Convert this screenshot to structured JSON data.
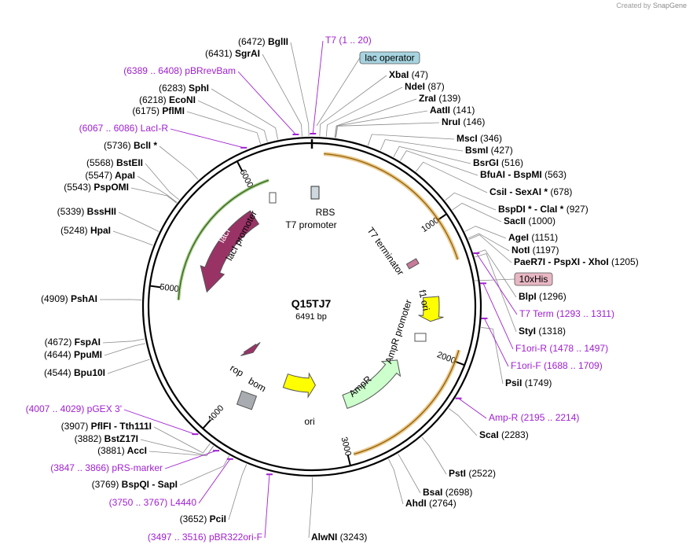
{
  "credit": {
    "prefix": "Created by",
    "brand": "SnapGene"
  },
  "plasmid": {
    "name": "Q15TJ7",
    "length_label": "6491 bp",
    "length": 6491
  },
  "ticks": [
    {
      "pos": 1000,
      "label": "1000"
    },
    {
      "pos": 2000,
      "label": "2000"
    },
    {
      "pos": 3000,
      "label": "3000"
    },
    {
      "pos": 4000,
      "label": "4000"
    },
    {
      "pos": 5000,
      "label": "5000"
    },
    {
      "pos": 6000,
      "label": "6000"
    }
  ],
  "features": [
    {
      "name": "lacI",
      "start": 5012,
      "end": 5900,
      "kind": "cds",
      "color": "#993366"
    },
    {
      "name": "rop",
      "start": 4185,
      "end": 4260,
      "kind": "cds",
      "color": "#993366"
    },
    {
      "name": "f1 ori",
      "start": 1540,
      "end": 1750,
      "kind": "ori",
      "color": "#ffff00"
    },
    {
      "name": "ori",
      "start": 3200,
      "end": 3600,
      "kind": "ori",
      "color": "#ffff00"
    },
    {
      "name": "AmpR",
      "start": 2200,
      "end": 2900,
      "kind": "cds",
      "color": "#ccffcc"
    },
    {
      "name": "lacI promoter",
      "start": 5910,
      "end": 5990,
      "kind": "promoter"
    },
    {
      "name": "AmpR promoter",
      "start": 2100,
      "end": 2160,
      "kind": "promoter"
    },
    {
      "name": "T7 promoter",
      "start": 6460,
      "end": 6480,
      "kind": "promoter"
    },
    {
      "name": "RBS",
      "start": 10,
      "end": 30,
      "kind": "rbs"
    },
    {
      "name": "T7 terminator",
      "start": 1300,
      "end": 1350,
      "kind": "terminator"
    },
    {
      "name": "bom",
      "start": 3950,
      "end": 4090,
      "kind": "misc"
    }
  ],
  "right_labels": [
    {
      "name": "XbaI",
      "loc": "(47)"
    },
    {
      "name": "NdeI",
      "loc": "(87)"
    },
    {
      "name": "ZraI",
      "loc": "(139)"
    },
    {
      "name": "AatII",
      "loc": "(141)"
    },
    {
      "name": "NruI",
      "loc": "(146)"
    },
    {
      "name": "MscI",
      "loc": "(346)"
    },
    {
      "name": "BsmI",
      "loc": "(427)"
    },
    {
      "name": "BsrGI",
      "loc": "(516)"
    },
    {
      "name": "BfuAI  -  BspMI",
      "loc": "(563)"
    },
    {
      "name": "CsiI  -  SexAI *",
      "loc": "(678)"
    },
    {
      "name": "BspDI *  -  ClaI *",
      "loc": "(927)"
    },
    {
      "name": "SacII",
      "loc": "(1000)"
    },
    {
      "name": "AgeI",
      "loc": "(1151)"
    },
    {
      "name": "NotI",
      "loc": "(1197)"
    },
    {
      "name": "PaeR7I  -  PspXI  -  XhoI",
      "loc": "(1205)"
    },
    {
      "name": "BlpI",
      "loc": "(1296)"
    },
    {
      "name": "StyI",
      "loc": "(1318)"
    },
    {
      "name": "PsiI",
      "loc": "(1749)"
    },
    {
      "name": "ScaI",
      "loc": "(2283)"
    },
    {
      "name": "PstI",
      "loc": "(2522)"
    },
    {
      "name": "BsaI",
      "loc": "(2698)"
    },
    {
      "name": "AhdI",
      "loc": "(2764)"
    },
    {
      "name": "AlwNI",
      "loc": "(3243)"
    }
  ],
  "right_primers": [
    {
      "name": "T7",
      "loc": "(1 .. 20)"
    },
    {
      "name": "T7 Term",
      "loc": "(1293 .. 1311)"
    },
    {
      "name": "F1ori-R",
      "loc": "(1478 .. 1497)"
    },
    {
      "name": "F1ori-F",
      "loc": "(1688 .. 1709)"
    },
    {
      "name": "Amp-R",
      "loc": "(2195 .. 2214)"
    }
  ],
  "left_labels": [
    {
      "name": "BglII",
      "loc": "(6472)"
    },
    {
      "name": "SgrAI",
      "loc": "(6431)"
    },
    {
      "name": "SphI",
      "loc": "(6283)"
    },
    {
      "name": "EcoNI",
      "loc": "(6218)"
    },
    {
      "name": "PflMI",
      "loc": "(6175)"
    },
    {
      "name": "BclI *",
      "loc": "(5736)"
    },
    {
      "name": "BstEII",
      "loc": "(5568)"
    },
    {
      "name": "ApaI",
      "loc": "(5547)"
    },
    {
      "name": "PspOMI",
      "loc": "(5543)"
    },
    {
      "name": "BssHII",
      "loc": "(5339)"
    },
    {
      "name": "HpaI",
      "loc": "(5248)"
    },
    {
      "name": "PshAI",
      "loc": "(4909)"
    },
    {
      "name": "FspAI",
      "loc": "(4672)"
    },
    {
      "name": "PpuMI",
      "loc": "(4644)"
    },
    {
      "name": "Bpu10I",
      "loc": "(4544)"
    },
    {
      "name": "PflFI  -  Tth111I",
      "loc": "(3907)"
    },
    {
      "name": "BstZ17I",
      "loc": "(3882)"
    },
    {
      "name": "AccI",
      "loc": "(3881)"
    },
    {
      "name": "BspQI  -  SapI",
      "loc": "(3769)"
    },
    {
      "name": "PciI",
      "loc": "(3652)"
    }
  ],
  "left_primers": [
    {
      "name": "pBRrevBam",
      "loc": "(6389 .. 6408)"
    },
    {
      "name": "LacI-R",
      "loc": "(6067 .. 6086)"
    },
    {
      "name": "pGEX 3'",
      "loc": "(4007 .. 4029)"
    },
    {
      "name": "pRS-marker",
      "loc": "(3847 .. 3866)"
    },
    {
      "name": "L4440",
      "loc": "(3750 .. 3767)"
    },
    {
      "name": "pBR322ori-F",
      "loc": "(3497 .. 3516)"
    }
  ],
  "boxed_labels": [
    {
      "name": "lac operator",
      "color": "#a6d4e0"
    },
    {
      "name": "10xHis",
      "color": "#e8b7c4"
    }
  ],
  "colors": {
    "primer": "#a020d0",
    "site": "#000000",
    "leader": "#8c8c8c",
    "backbone": "#000000",
    "terminator_arc": "#d99a2b",
    "green_arc": "#5aa02c"
  }
}
